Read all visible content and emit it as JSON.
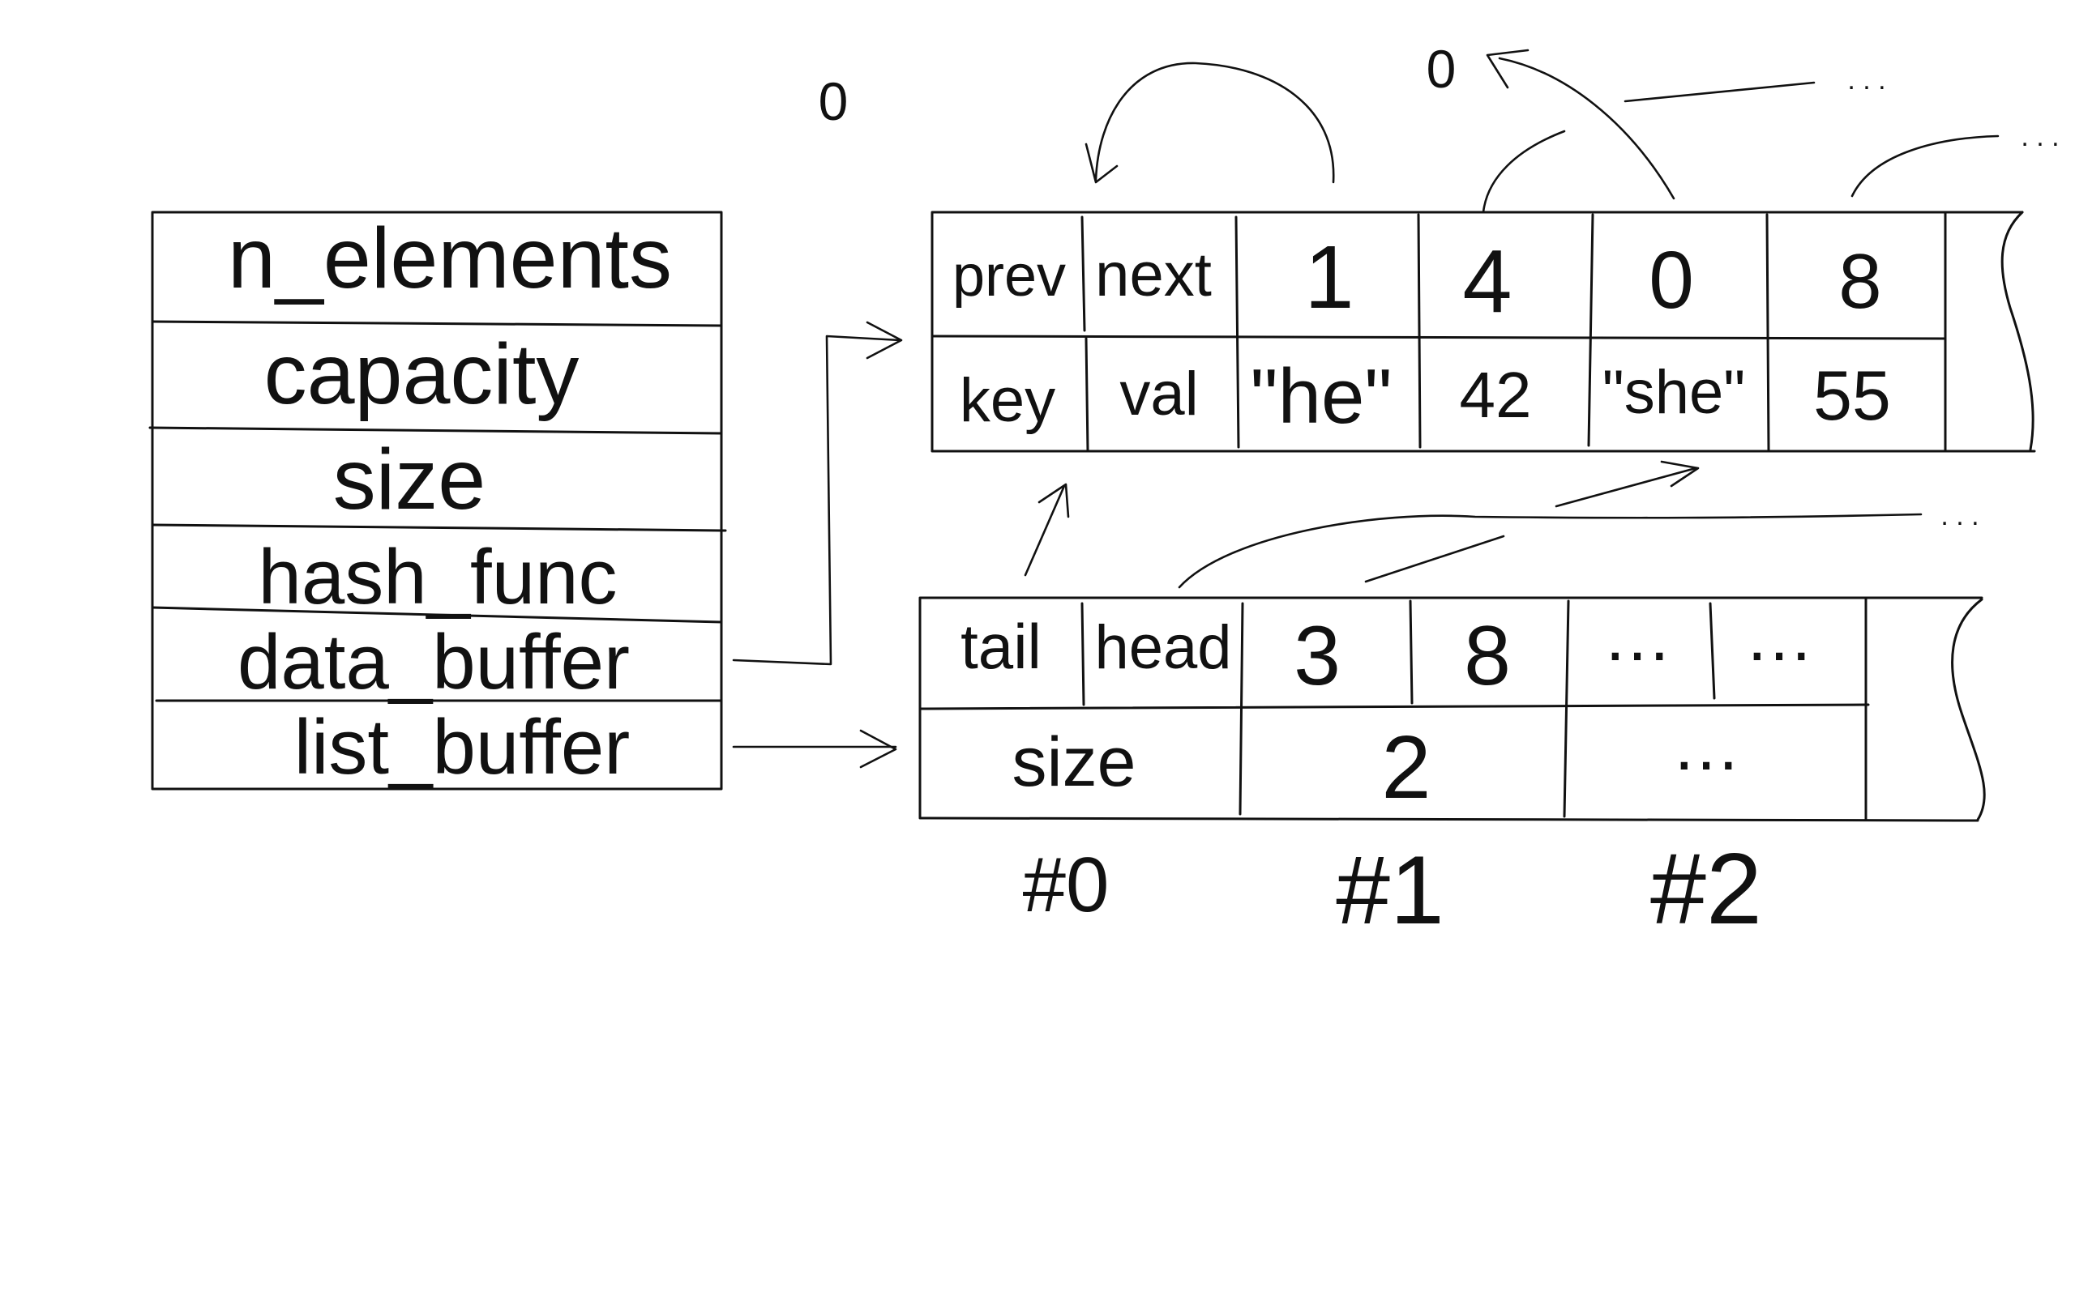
{
  "hash_struct": {
    "fields": [
      "n_elements",
      "capacity",
      "size",
      "hash_func",
      "data_buffer",
      "list_buffer"
    ]
  },
  "data_buffer": {
    "header_row1": [
      "prev",
      "next"
    ],
    "header_row2": [
      "key",
      "val"
    ],
    "nodes": [
      {
        "link": "1",
        "value": "\"he\""
      },
      {
        "link": "4",
        "value": "42"
      },
      {
        "link": "0",
        "value": "\"she\""
      },
      {
        "link": "8",
        "value": "55"
      }
    ],
    "null_top_left": "0",
    "null_top_right": "0",
    "ellipsis": ". . ."
  },
  "list_buffer": {
    "header_row1": [
      "tail",
      "head"
    ],
    "header_row2": "size",
    "entries": [
      {
        "tail": "3",
        "head": "8",
        "size": "2"
      },
      {
        "tail": "…",
        "head": "…",
        "size": "…"
      }
    ],
    "indices": [
      "#0",
      "#1",
      "#2"
    ],
    "ellipsis": ". . ."
  }
}
